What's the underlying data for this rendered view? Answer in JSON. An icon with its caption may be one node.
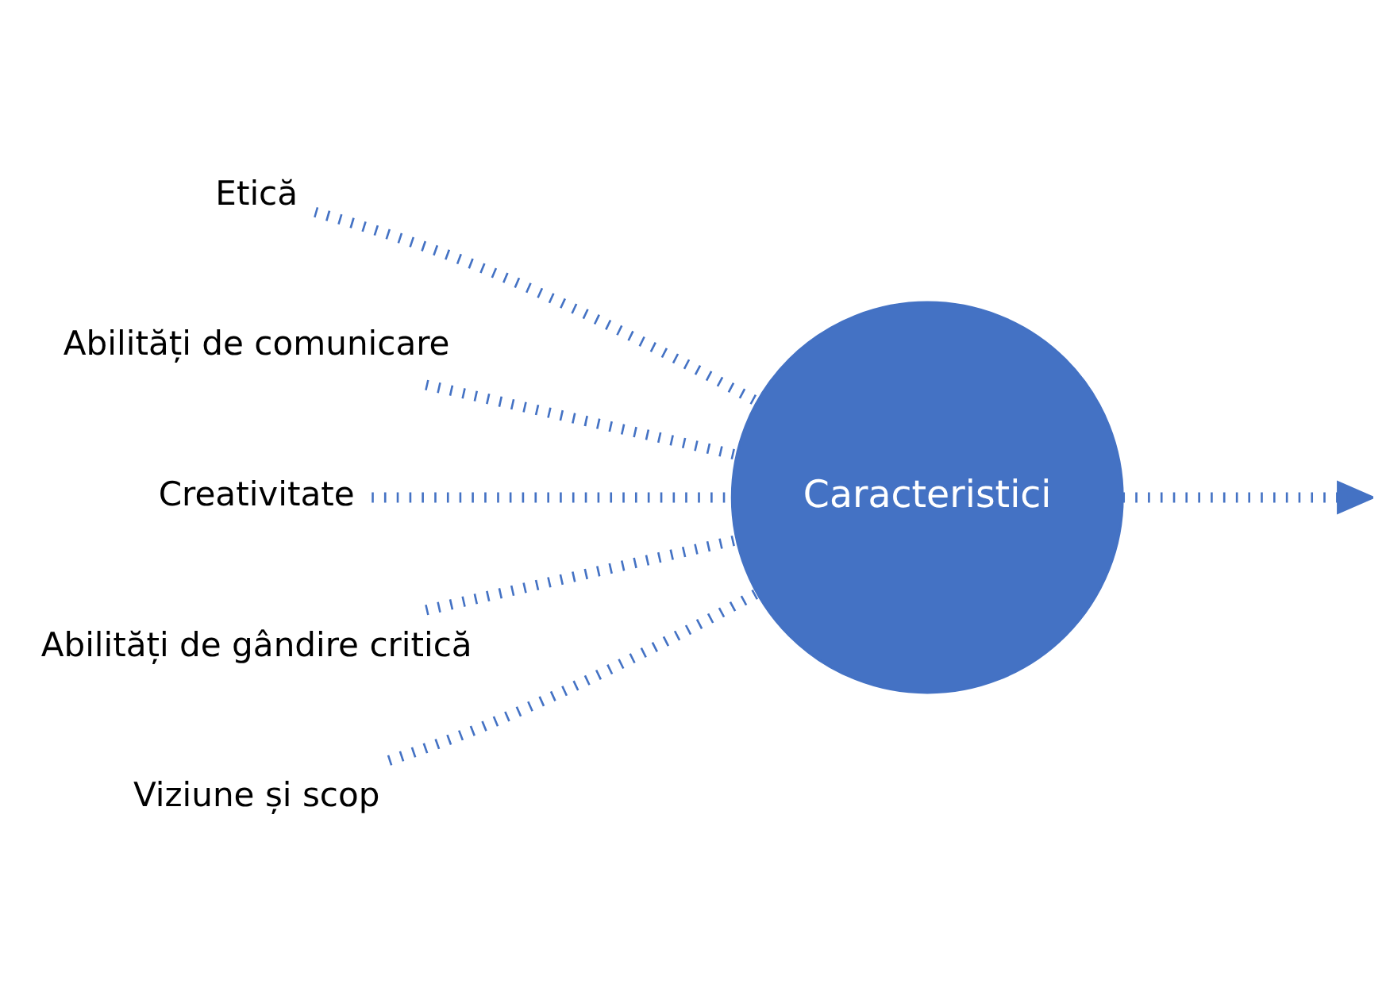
{
  "diagram": {
    "nodes": [
      {
        "text": [
          "Etică"
        ]
      },
      {
        "text": [
          "Abilități de comunicare"
        ]
      },
      {
        "text": [
          "Creativitate"
        ]
      },
      {
        "text": [
          "Abilități de gândire critică"
        ]
      },
      {
        "text": [
          "Viziune și scop"
        ]
      },
      {
        "text": [
          "Caracteristici"
        ]
      }
    ],
    "edges": [
      {
        "from": 0,
        "to": 5,
        "arrow": "none"
      },
      {
        "from": 1,
        "to": 5,
        "arrow": "none"
      },
      {
        "from": 2,
        "to": 5,
        "arrow": "none"
      },
      {
        "from": 3,
        "to": 5,
        "arrow": "none"
      },
      {
        "from": 4,
        "to": 5,
        "arrow": "none"
      },
      {
        "from": 5,
        "to": null,
        "arrow": "to"
      }
    ]
  }
}
